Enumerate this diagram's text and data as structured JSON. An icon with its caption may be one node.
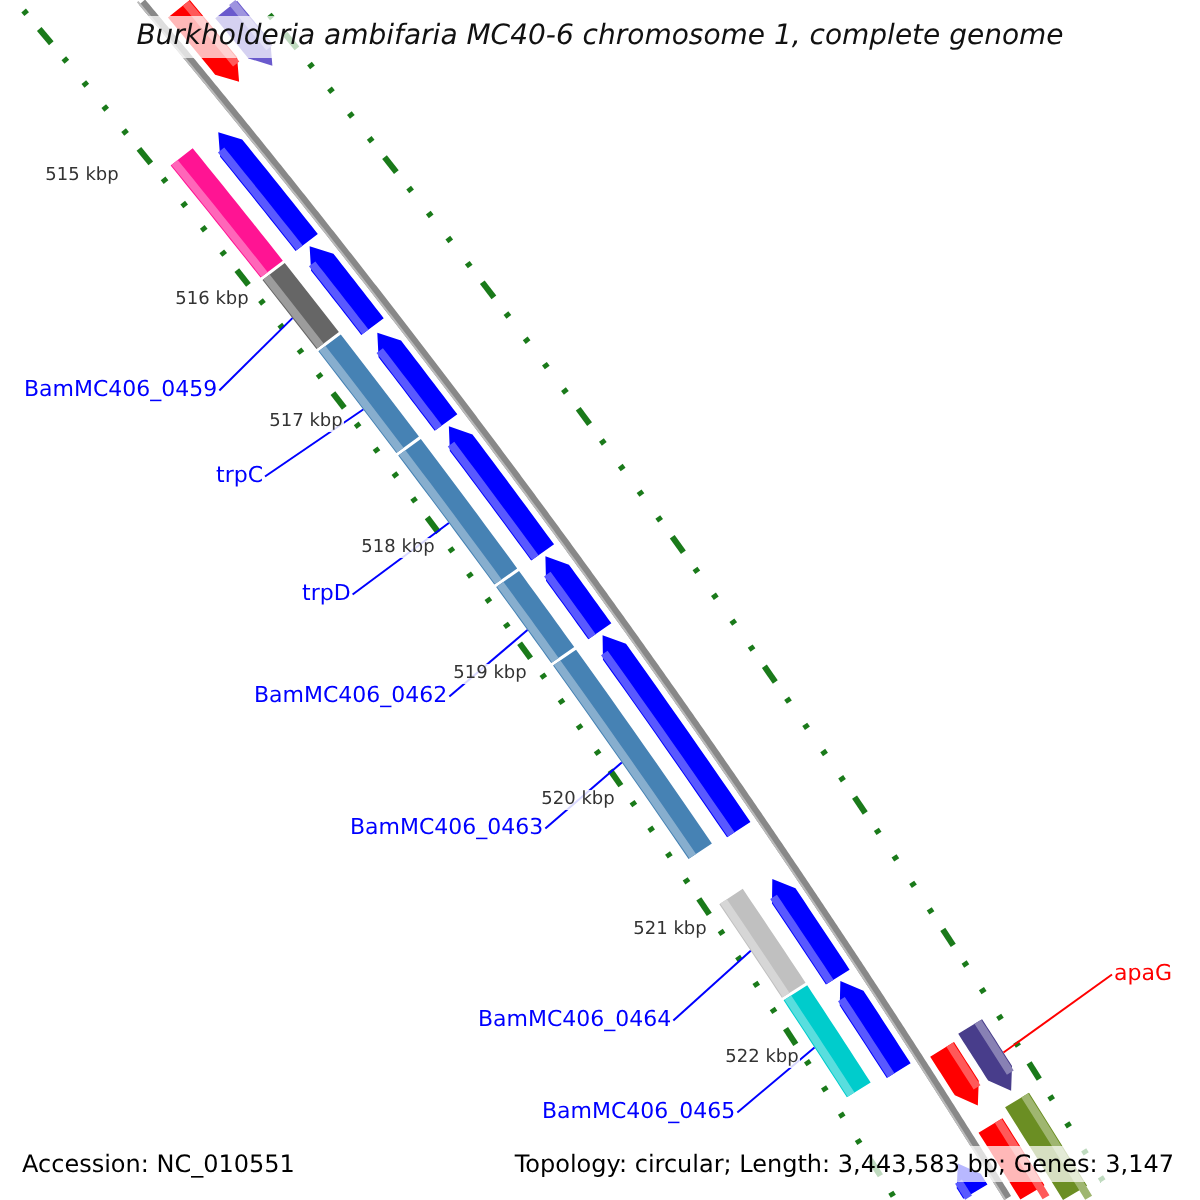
{
  "diagram": {
    "title": "Burkholderia ambifaria MC40-6 chromosome 1, complete genome",
    "nodes": [
      {
        "text": [
          "BamMC406_0459"
        ]
      },
      {
        "text": [],
        "shape": "bar"
      },
      {
        "text": [
          "trpC"
        ]
      },
      {
        "text": [],
        "shape": "bar"
      },
      {
        "text": [
          "trpD"
        ]
      },
      {
        "text": [],
        "shape": "bar"
      },
      {
        "text": [
          "BamMC406_0462"
        ]
      },
      {
        "text": [],
        "shape": "bar"
      },
      {
        "text": [
          "BamMC406_0463"
        ]
      },
      {
        "text": [],
        "shape": "bar"
      },
      {
        "text": [
          "BamMC406_0464"
        ]
      },
      {
        "text": [],
        "shape": "bar"
      },
      {
        "text": [
          "BamMC406_0465"
        ]
      },
      {
        "text": [],
        "shape": "bar"
      },
      {
        "text": [
          "apaG"
        ]
      },
      {
        "text": [],
        "shape": "bar"
      }
    ],
    "edges": [
      {
        "from": 0,
        "to": 1,
        "arrow": "none"
      },
      {
        "from": 2,
        "to": 3,
        "arrow": "none"
      },
      {
        "from": 4,
        "to": 5,
        "arrow": "none"
      },
      {
        "from": 6,
        "to": 7,
        "arrow": "none"
      },
      {
        "from": 8,
        "to": 9,
        "arrow": "none"
      },
      {
        "from": 10,
        "to": 11,
        "arrow": "none"
      },
      {
        "from": 12,
        "to": 13,
        "arrow": "none"
      },
      {
        "from": 14,
        "to": 15,
        "arrow": "none",
        "color": "#ff0000"
      }
    ],
    "labels": [
      "515 kbp",
      "516 kbp",
      "517 kbp",
      "518 kbp",
      "519 kbp",
      "520 kbp",
      "521 kbp",
      "522 kbp",
      "Accession: NC_010551",
      "Topology: circular; Length: 3,443,583 bp; Genes: 3,147"
    ]
  }
}
